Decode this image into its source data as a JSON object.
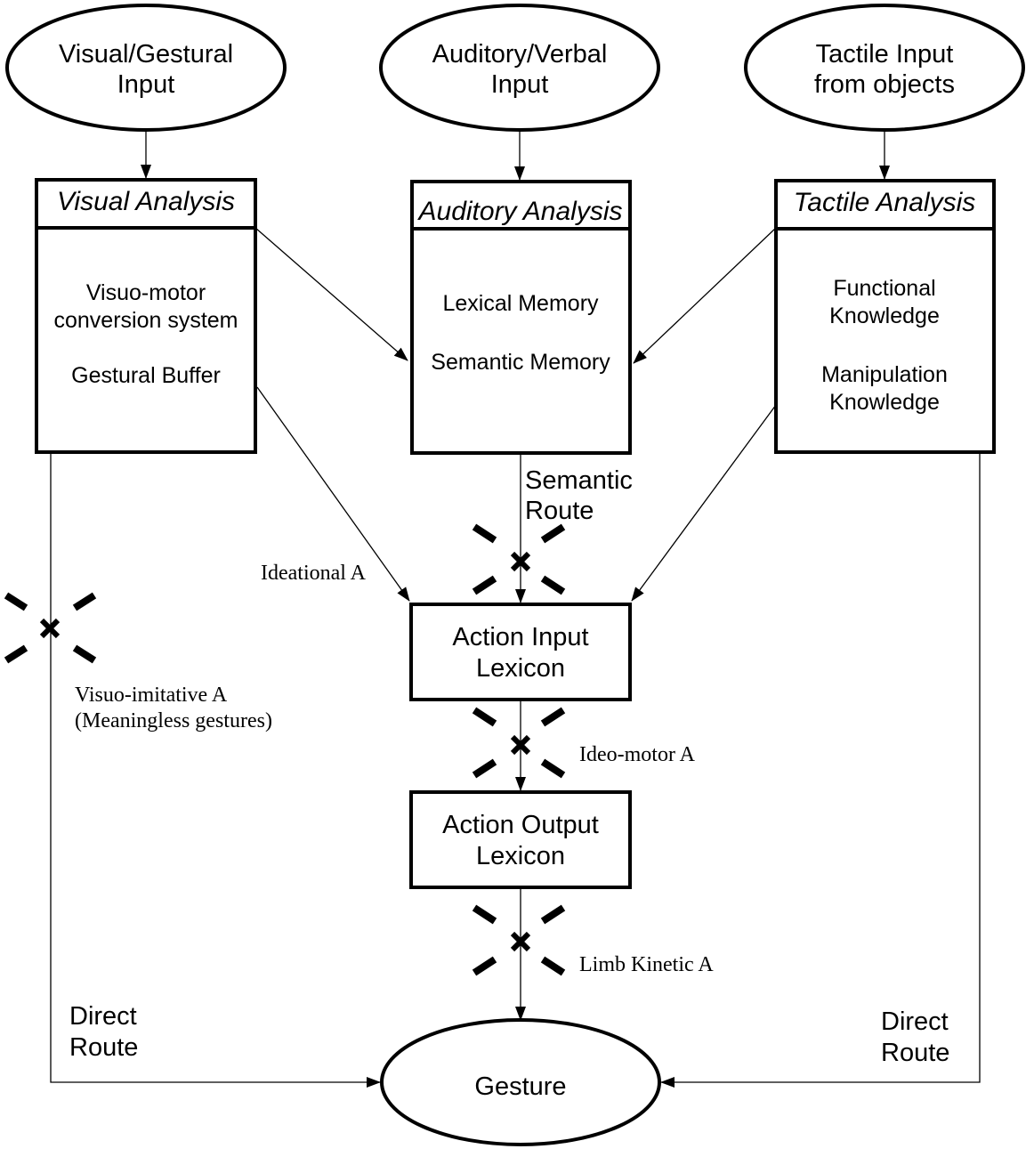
{
  "inputs": {
    "visual": [
      "Visual/Gestural",
      "Input"
    ],
    "auditory": [
      "Auditory/Verbal",
      "Input"
    ],
    "tactile": [
      "Tactile Input",
      "from objects"
    ]
  },
  "analysis": {
    "visual": {
      "title": "Visual Analysis",
      "lines": [
        "Visuo-motor",
        "conversion system",
        "Gestural Buffer"
      ]
    },
    "auditory": {
      "title": "Auditory Analysis",
      "lines": [
        "Lexical Memory",
        "Semantic Memory"
      ]
    },
    "tactile": {
      "title": "Tactile Analysis",
      "lines": [
        "Functional",
        "Knowledge",
        "Manipulation",
        "Knowledge"
      ]
    }
  },
  "routes": {
    "semantic": [
      "Semantic",
      "Route"
    ],
    "direct_left": [
      "Direct",
      "Route"
    ],
    "direct_right": [
      "Direct",
      "Route"
    ]
  },
  "lexicons": {
    "input": [
      "Action Input",
      "Lexicon"
    ],
    "output": [
      "Action Output",
      "Lexicon"
    ]
  },
  "apraxia_labels": {
    "ideational": "Ideational A",
    "visuo_imitative": [
      "Visuo-imitative A",
      "(Meaningless gestures)"
    ],
    "ideo_motor": "Ideo-motor A",
    "limb_kinetic": "Limb Kinetic A"
  },
  "output": {
    "gesture": "Gesture"
  }
}
